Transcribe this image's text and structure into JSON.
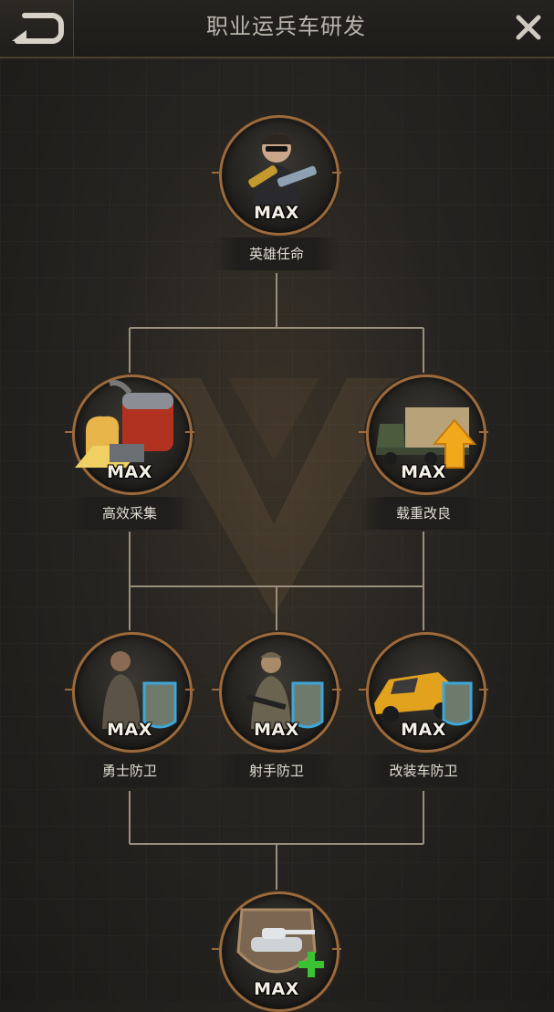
{
  "header": {
    "title": "职业运兵车研发"
  },
  "nodes": [
    {
      "id": "hero",
      "label": "英雄任命",
      "level": "MAX"
    },
    {
      "id": "gather",
      "label": "高效采集",
      "level": "MAX"
    },
    {
      "id": "load",
      "label": "载重改良",
      "level": "MAX"
    },
    {
      "id": "warrior",
      "label": "勇士防卫",
      "level": "MAX"
    },
    {
      "id": "shooter",
      "label": "射手防卫",
      "level": "MAX"
    },
    {
      "id": "vehicle",
      "label": "改装车防卫",
      "level": "MAX"
    },
    {
      "id": "tank",
      "label": "",
      "level": "MAX"
    }
  ],
  "icons": {
    "back": "back-arrow-icon",
    "close": "close-icon"
  },
  "colors": {
    "ring": "#9b6a3c",
    "connector": "#9a8f7c",
    "max_text": "#f3efe4"
  }
}
